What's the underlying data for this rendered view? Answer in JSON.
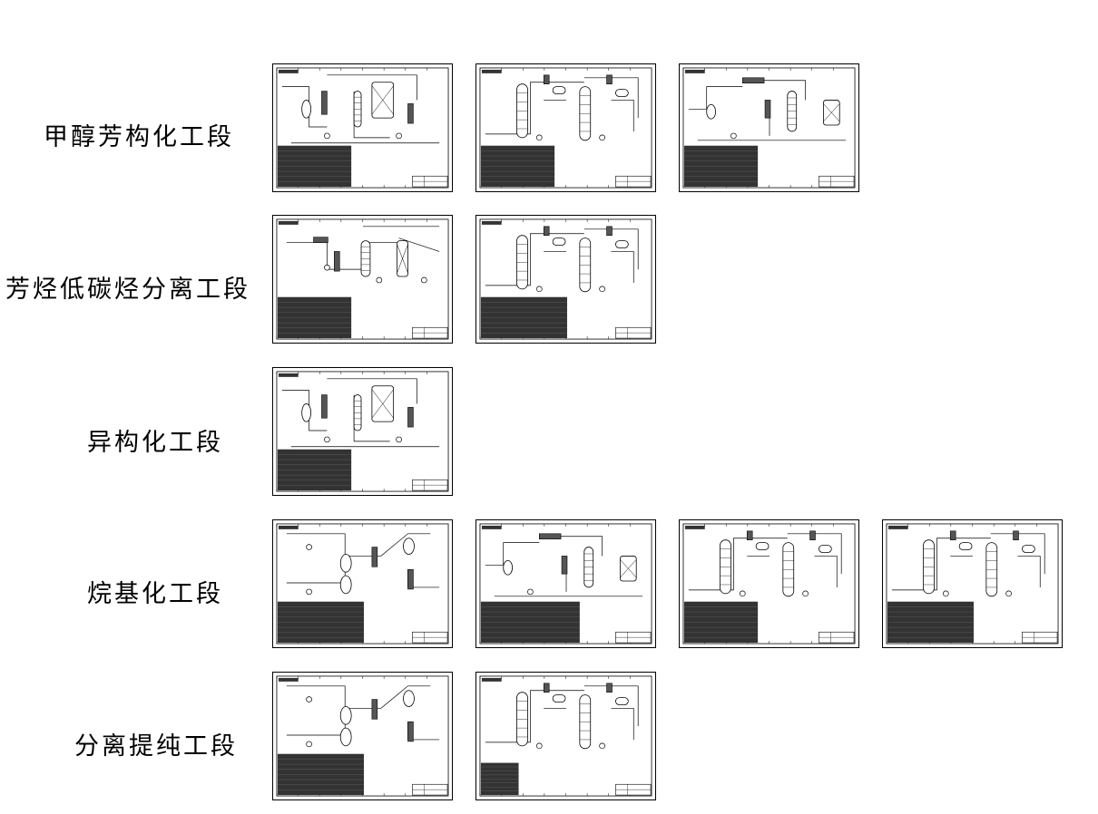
{
  "colors": {
    "ink": "#000000",
    "paper": "#ffffff",
    "table_fill": "#333333"
  },
  "stages": [
    {
      "id": "methanol-aromatization",
      "label": "甲醇芳构化工段",
      "sheets": 3
    },
    {
      "id": "aromatics-light-hydrocarbon-separation",
      "label": "芳烃低碳烃分离工段",
      "sheets": 2
    },
    {
      "id": "isomerization",
      "label": "异构化工段",
      "sheets": 1
    },
    {
      "id": "alkylation",
      "label": "烷基化工段",
      "sheets": 4
    },
    {
      "id": "separation-purification",
      "label": "分离提纯工段",
      "sheets": 2
    }
  ]
}
